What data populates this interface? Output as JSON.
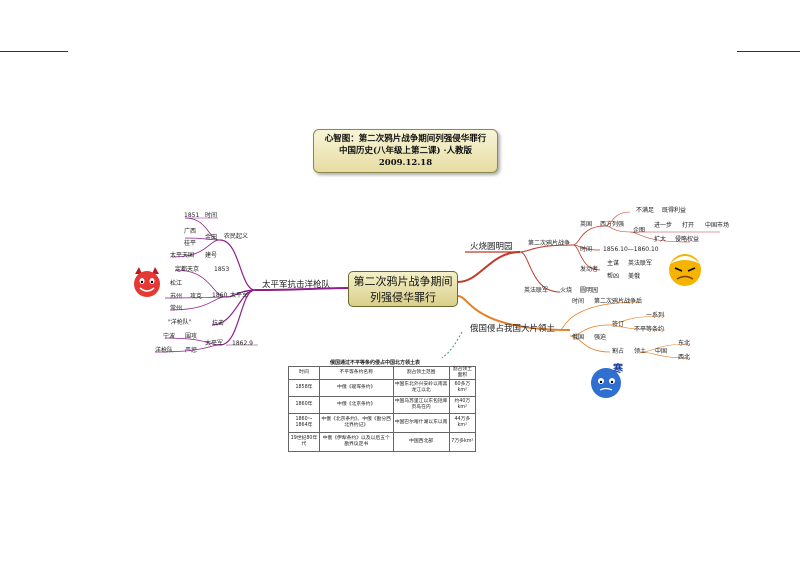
{
  "title": {
    "line1": "心智图：第二次鸦片战争期间列强侵华罪行",
    "line2": "中国历史(八年级上第二课) ·人教版",
    "line3": "2009.12.18"
  },
  "center": {
    "line1": "第二次鸦片战争期间",
    "line2": "列强侵华罪行"
  },
  "left_branch": {
    "label": "太平军抗击洋枪队",
    "sub1": {
      "label": "农民起义",
      "items": [
        "1851",
        "时间",
        "广西",
        "金田",
        "桂平",
        "太平天国",
        "建号"
      ]
    },
    "sub2": {
      "label": "太平军",
      "items": [
        "1853",
        "定都天京",
        "松江",
        "1860",
        "苏州",
        "常州",
        "攻克"
      ]
    },
    "sub3": {
      "label": "抗击",
      "items": [
        "\"洋枪队\""
      ]
    },
    "sub4": {
      "label": "太平军",
      "items": [
        "1862.9",
        "宁波",
        "洋枪队",
        "围攻",
        "严惩"
      ]
    }
  },
  "right_top": {
    "label": "火烧圆明园",
    "war": "第二次鸦片战争",
    "items": [
      "英国",
      "西方列强",
      "不满足",
      "既得利益",
      "企图",
      "进一步",
      "打开",
      "中国市场",
      "扩大",
      "侵略权益",
      "时间",
      "1856.10—1860.10",
      "发动者",
      "主谋",
      "英法联军",
      "帮凶",
      "美俄",
      "英法联军",
      "火烧",
      "圆明园"
    ]
  },
  "right_bottom": {
    "label": "俄国侵占我国大片领土",
    "items": [
      "时间",
      "第二次鸦片战争后",
      "俄国",
      "强迫",
      "签订",
      "一系列",
      "不平等条约",
      "割占",
      "领土",
      "中国",
      "东北",
      "西北"
    ]
  },
  "ice_label": "寒",
  "table": {
    "caption": "俄国通过不平等条约侵占中国北方领土表",
    "headers": [
      "时间",
      "不平等条约名称",
      "割占领土范围",
      "割占领土面积"
    ],
    "rows": [
      [
        "1858年",
        "中俄《瑷珲条约》",
        "中国东北外兴安岭以南黑龙江以北",
        "60多万km²"
      ],
      [
        "1860年",
        "中俄《北京条约》",
        "中国乌苏里江以东包括库页岛在内",
        "约40万km²"
      ],
      [
        "1860～1864年",
        "中俄《北京条约》、中俄《勘分西北界约记》",
        "中国巴尔喀什湖以东以南",
        "44万多km²"
      ],
      [
        "19世纪80年代",
        "中俄《伊犁条约》以及以后五个勘界议定书",
        "中国西北部",
        "7万多km²"
      ]
    ]
  },
  "colors": {
    "purple": "#8b1f8b",
    "red": "#c0392b",
    "orange": "#e67e22",
    "teal": "#2a9d8f"
  }
}
